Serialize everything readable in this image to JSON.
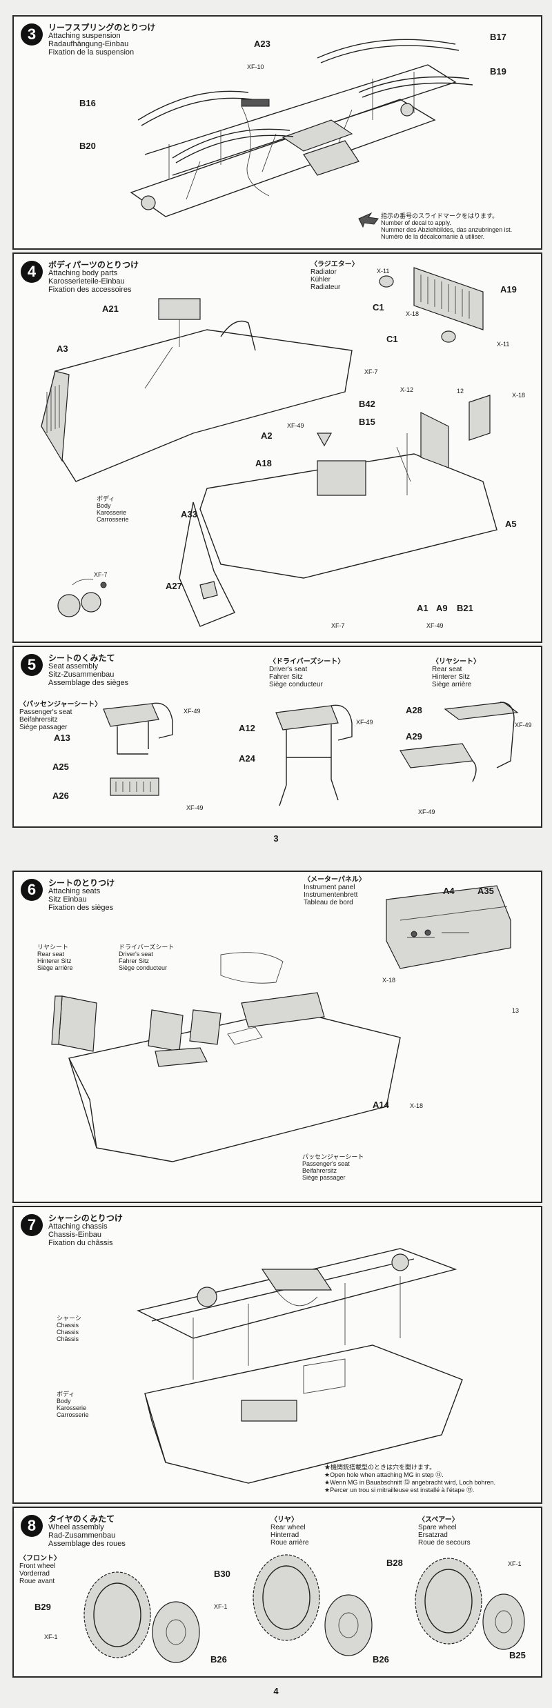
{
  "steps": {
    "s3": {
      "number": "3",
      "title_jp": "リーフスプリングのとりつけ",
      "title_en": "Attaching suspension",
      "title_de": "Radaufhängung-Einbau",
      "title_fr": "Fixation de la suspension",
      "labels": [
        "A23",
        "B17",
        "XF-10",
        "B19",
        "B16",
        "B20"
      ],
      "note_jp": "指示の番号のスライドマークをはります。",
      "note_en": "Number of decal to apply.",
      "note_de": "Nummer des Abziehbildes, das anzubringen ist.",
      "note_fr": "Numéro de la décalcomanie à utiliser."
    },
    "s4": {
      "number": "4",
      "title_jp": "ボディパーツのとりつけ",
      "title_en": "Attaching body parts",
      "title_de": "Karosserieteile-Einbau",
      "title_fr": "Fixation des accessoires",
      "radiator_jp": "〈ラジエター〉",
      "radiator_en": "Radiator",
      "radiator_de": "Kühler",
      "radiator_fr": "Radiateur",
      "body_jp": "ボディ",
      "body_en": "Body",
      "body_de": "Karosserie",
      "body_fr": "Carrosserie",
      "labels": [
        "A21",
        "A3",
        "X-11",
        "A19",
        "C1",
        "X-18",
        "C1",
        "X-11",
        "XF-7",
        "X-12",
        "B42",
        "X-18",
        "B15",
        "12",
        "XF-49",
        "A2",
        "A18",
        "A33",
        "A5",
        "XF-7",
        "A27",
        "A1",
        "A9",
        "B21",
        "XF-7",
        "XF-49"
      ]
    },
    "s5": {
      "number": "5",
      "title_jp": "シートのくみたて",
      "title_en": "Seat assembly",
      "title_de": "Sitz-Zusammenbau",
      "title_fr": "Assemblage des sièges",
      "passenger_jp": "〈パッセンジャーシート〉",
      "passenger_en": "Passenger's seat",
      "passenger_de": "Beifahrersitz",
      "passenger_fr": "Siège passager",
      "driver_jp": "〈ドライバーズシート〉",
      "driver_en": "Driver's seat",
      "driver_de": "Fahrer Sitz",
      "driver_fr": "Siège conducteur",
      "rear_jp": "〈リヤシート〉",
      "rear_en": "Rear seat",
      "rear_de": "Hinterer Sitz",
      "rear_fr": "Siège arrière",
      "labels": [
        "XF-49",
        "A13",
        "A25",
        "A26",
        "XF-49",
        "A12",
        "XF-49",
        "A24",
        "A28",
        "XF-49",
        "A29",
        "XF-49"
      ]
    },
    "s6": {
      "number": "6",
      "title_jp": "シートのとりつけ",
      "title_en": "Attaching seats",
      "title_de": "Sitz Einbau",
      "title_fr": "Fixation des sièges",
      "panel_jp": "〈メーターパネル〉",
      "panel_en": "Instrument panel",
      "panel_de": "Instrumentenbrett",
      "panel_fr": "Tableau de bord",
      "rear_jp": "リヤシート",
      "rear_en": "Rear seat",
      "rear_de": "Hinterer Sitz",
      "rear_fr": "Siège arrière",
      "driver_jp": "ドライバーズシート",
      "driver_en": "Driver's seat",
      "driver_de": "Fahrer Sitz",
      "driver_fr": "Siège conducteur",
      "pass_jp": "パッセンジャーシート",
      "pass_en": "Passenger's seat",
      "pass_de": "Beifahrersitz",
      "pass_fr": "Siège passager",
      "labels": [
        "A4",
        "A35",
        "X-18",
        "13",
        "A14",
        "X-18"
      ]
    },
    "s7": {
      "number": "7",
      "title_jp": "シャーシのとりつけ",
      "title_en": "Attaching chassis",
      "title_de": "Chassis-Einbau",
      "title_fr": "Fixation du châssis",
      "chassis_jp": "シャーシ",
      "chassis_en": "Chassis",
      "chassis_de": "Chassis",
      "chassis_fr": "Châssis",
      "body_jp": "ボディ",
      "body_en": "Body",
      "body_de": "Karosserie",
      "body_fr": "Carrosserie",
      "note_jp": "★機関銃搭載型のときは穴を開けます。",
      "note_en": "★Open hole when attaching MG in step ⑬.",
      "note_de": "★Wenn MG in Bauabschnitt ⑬ angebracht wird, Loch bohren.",
      "note_fr": "★Percer un trou si mitrailleuse est installé à l'étape ⑬."
    },
    "s8": {
      "number": "8",
      "title_jp": "タイヤのくみたて",
      "title_en": "Wheel assembly",
      "title_de": "Rad-Zusammenbau",
      "title_fr": "Assemblage des roues",
      "front_jp": "〈フロント〉",
      "front_en": "Front wheel",
      "front_de": "Vorderrad",
      "front_fr": "Roue avant",
      "rear_jp": "〈リヤ〉",
      "rear_en": "Rear wheel",
      "rear_de": "Hinterrad",
      "rear_fr": "Roue arrière",
      "spare_jp": "〈スペアー〉",
      "spare_en": "Spare wheel",
      "spare_de": "Ersatzrad",
      "spare_fr": "Roue de secours",
      "labels": [
        "B29",
        "XF-1",
        "B26",
        "B30",
        "XF-1",
        "B26",
        "B28",
        "XF-1",
        "B25"
      ]
    }
  },
  "page_numbers": [
    "3",
    "4"
  ]
}
